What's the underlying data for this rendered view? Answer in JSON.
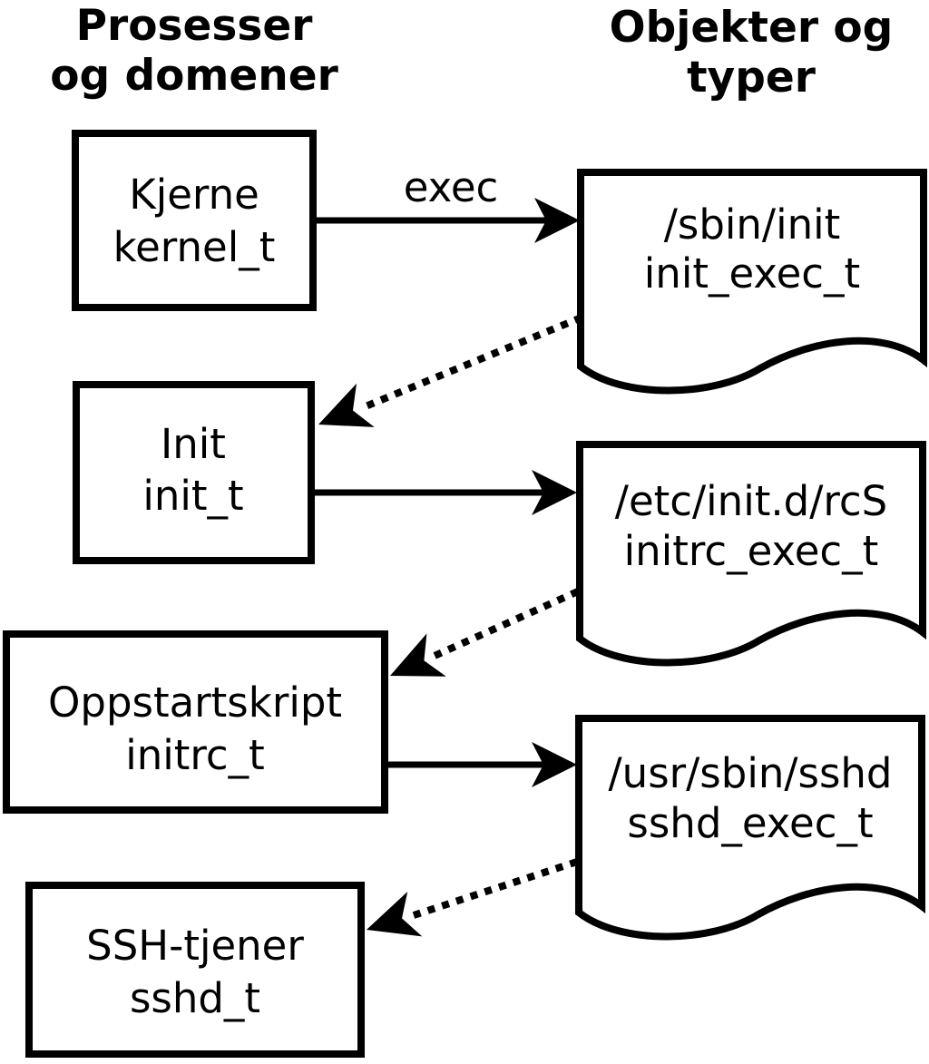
{
  "headers": {
    "left": {
      "line1": "Prosesser",
      "line2": "og domener"
    },
    "right": {
      "line1": "Objekter og",
      "line2": "typer"
    }
  },
  "processes": [
    {
      "name": "Kjerne",
      "type": "kernel_t"
    },
    {
      "name": "Init",
      "type": "init_t"
    },
    {
      "name": "Oppstartskript",
      "type": "initrc_t"
    },
    {
      "name": "SSH-tjener",
      "type": "sshd_t"
    }
  ],
  "objects": [
    {
      "path": "/sbin/init",
      "type": "init_exec_t"
    },
    {
      "path": "/etc/init.d/rcS",
      "type": "initrc_exec_t"
    },
    {
      "path": "/usr/sbin/sshd",
      "type": "sshd_exec_t"
    }
  ],
  "edges": [
    {
      "from": "kernel_t",
      "to": "init_exec_t",
      "style": "solid",
      "label": "exec"
    },
    {
      "from": "init_exec_t",
      "to": "init_t",
      "style": "dotted",
      "label": ""
    },
    {
      "from": "init_t",
      "to": "initrc_exec_t",
      "style": "solid",
      "label": ""
    },
    {
      "from": "initrc_exec_t",
      "to": "initrc_t",
      "style": "dotted",
      "label": ""
    },
    {
      "from": "initrc_t",
      "to": "sshd_exec_t",
      "style": "solid",
      "label": ""
    },
    {
      "from": "sshd_exec_t",
      "to": "sshd_t",
      "style": "dotted",
      "label": ""
    }
  ],
  "colors": {
    "ink": "#000000",
    "paper": "#ffffff"
  }
}
